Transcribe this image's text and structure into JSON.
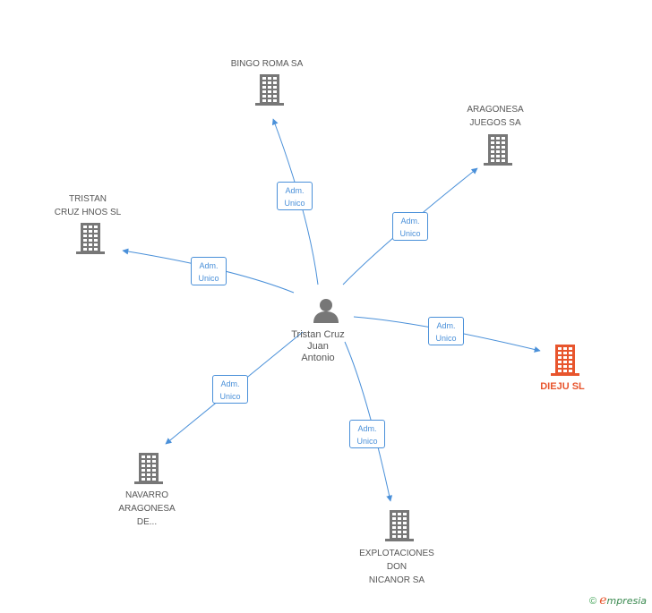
{
  "center": {
    "name": "Tristan Cruz\nJuan\nAntonio",
    "icon": "person-icon"
  },
  "companies": [
    {
      "id": "bingo-roma",
      "name": "BINGO ROMA SA",
      "icon": "building-icon",
      "color": "#777777",
      "highlight": false
    },
    {
      "id": "aragonesa-juegos",
      "name": "ARAGONESA\nJUEGOS SA",
      "icon": "building-icon",
      "color": "#777777",
      "highlight": false
    },
    {
      "id": "tristan-cruz-hnos",
      "name": "TRISTAN\nCRUZ HNOS SL",
      "icon": "building-icon",
      "color": "#777777",
      "highlight": false
    },
    {
      "id": "dieju",
      "name": "DIEJU SL",
      "icon": "building-icon",
      "color": "#e8552d",
      "highlight": true
    },
    {
      "id": "navarro-aragonesa",
      "name": "NAVARRO\nARAGONESA\nDE...",
      "icon": "building-icon",
      "color": "#777777",
      "highlight": false
    },
    {
      "id": "explotaciones-don-nicanor",
      "name": "EXPLOTACIONES\nDON\nNICANOR SA",
      "icon": "building-icon",
      "color": "#777777",
      "highlight": false
    }
  ],
  "relations": [
    {
      "to": "bingo-roma",
      "label": "Adm.\nUnico"
    },
    {
      "to": "aragonesa-juegos",
      "label": "Adm.\nUnico"
    },
    {
      "to": "tristan-cruz-hnos",
      "label": "Adm.\nUnico"
    },
    {
      "to": "dieju",
      "label": "Adm.\nUnico"
    },
    {
      "to": "navarro-aragonesa",
      "label": "Adm.\nUnico"
    },
    {
      "to": "explotaciones-don-nicanor",
      "label": "Adm.\nUnico"
    }
  ],
  "colors": {
    "edge": "#4a90d9",
    "node": "#777777",
    "highlight": "#e8552d"
  },
  "footer": {
    "copyright": "©",
    "brand_initial": "e",
    "brand_rest": "mpresia"
  }
}
